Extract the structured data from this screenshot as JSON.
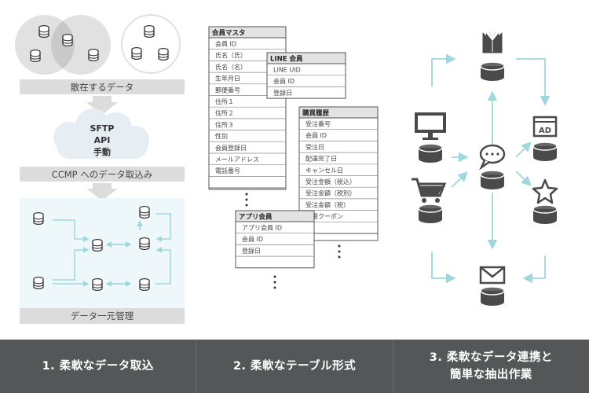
{
  "panel1": {
    "scattered_label": "散在するデータ",
    "methods": [
      "SFTP",
      "API",
      "手動"
    ],
    "ingest_label": "CCMP へのデータ取込み",
    "manage_label": "データ一元管理"
  },
  "panel2": {
    "member_master": {
      "title": "会員マスタ",
      "fields": [
        "会員 ID",
        "氏名（氏）",
        "氏名（名）",
        "生年月日",
        "郵便番号",
        "住所１",
        "住所２",
        "住所３",
        "性別",
        "会員登録日",
        "メールアドレス",
        "電話番号",
        ""
      ]
    },
    "line_member": {
      "title": "LINE 会員",
      "fields": [
        "LINE UID",
        "会員 ID",
        "登録日"
      ]
    },
    "purchase_history": {
      "title": "購買履歴",
      "fields": [
        "受注番号",
        "会員 ID",
        "受注日",
        "配達完了日",
        "キャンセル日",
        "受注金額（税込）",
        "受注金額（税別）",
        "受注金額（税）",
        "使用クーポン",
        ""
      ]
    },
    "app_member": {
      "title": "アプリ会員",
      "fields": [
        "アプリ会員 ID",
        "会員 ID",
        "登録日",
        ""
      ]
    }
  },
  "panel3": {
    "icons": [
      "shirt-icon",
      "monitor-icon",
      "cart-icon",
      "chat-icon",
      "ad-icon",
      "star-icon",
      "mail-icon"
    ],
    "ad_text": "AD"
  },
  "footer": [
    "1. 柔軟なデータ取込",
    "2. 柔軟なテーブル形式",
    "3. 柔軟なデータ連携と\n簡単な抽出作業"
  ],
  "colors": {
    "arrow": "#9dd8de",
    "dark": "#4a4a4a",
    "gray_band": "#dcdcdc",
    "cloud": "#e7eef3",
    "manage_bg": "#eef7fa",
    "footer_bg": "#555657"
  }
}
